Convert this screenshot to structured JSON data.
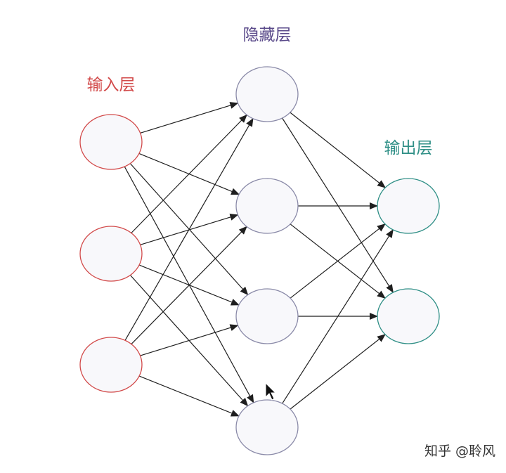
{
  "title": "",
  "layers": {
    "input": {
      "label": "输入层",
      "node_count": 3,
      "color": "#d24a4a"
    },
    "hidden": {
      "label": "隐藏层",
      "node_count": 4,
      "color": "#5a4a8a"
    },
    "output": {
      "label": "输出层",
      "node_count": 2,
      "color": "#2f8f86"
    }
  },
  "connections": "fully-connected",
  "colors": {
    "node_fill": "#f8f8fb",
    "hidden_stroke": "#8a8aa8",
    "edge": "#1f1f1f"
  },
  "watermark": {
    "text": "知乎 @聆风"
  },
  "icons": [
    "mouse-cursor-icon"
  ]
}
